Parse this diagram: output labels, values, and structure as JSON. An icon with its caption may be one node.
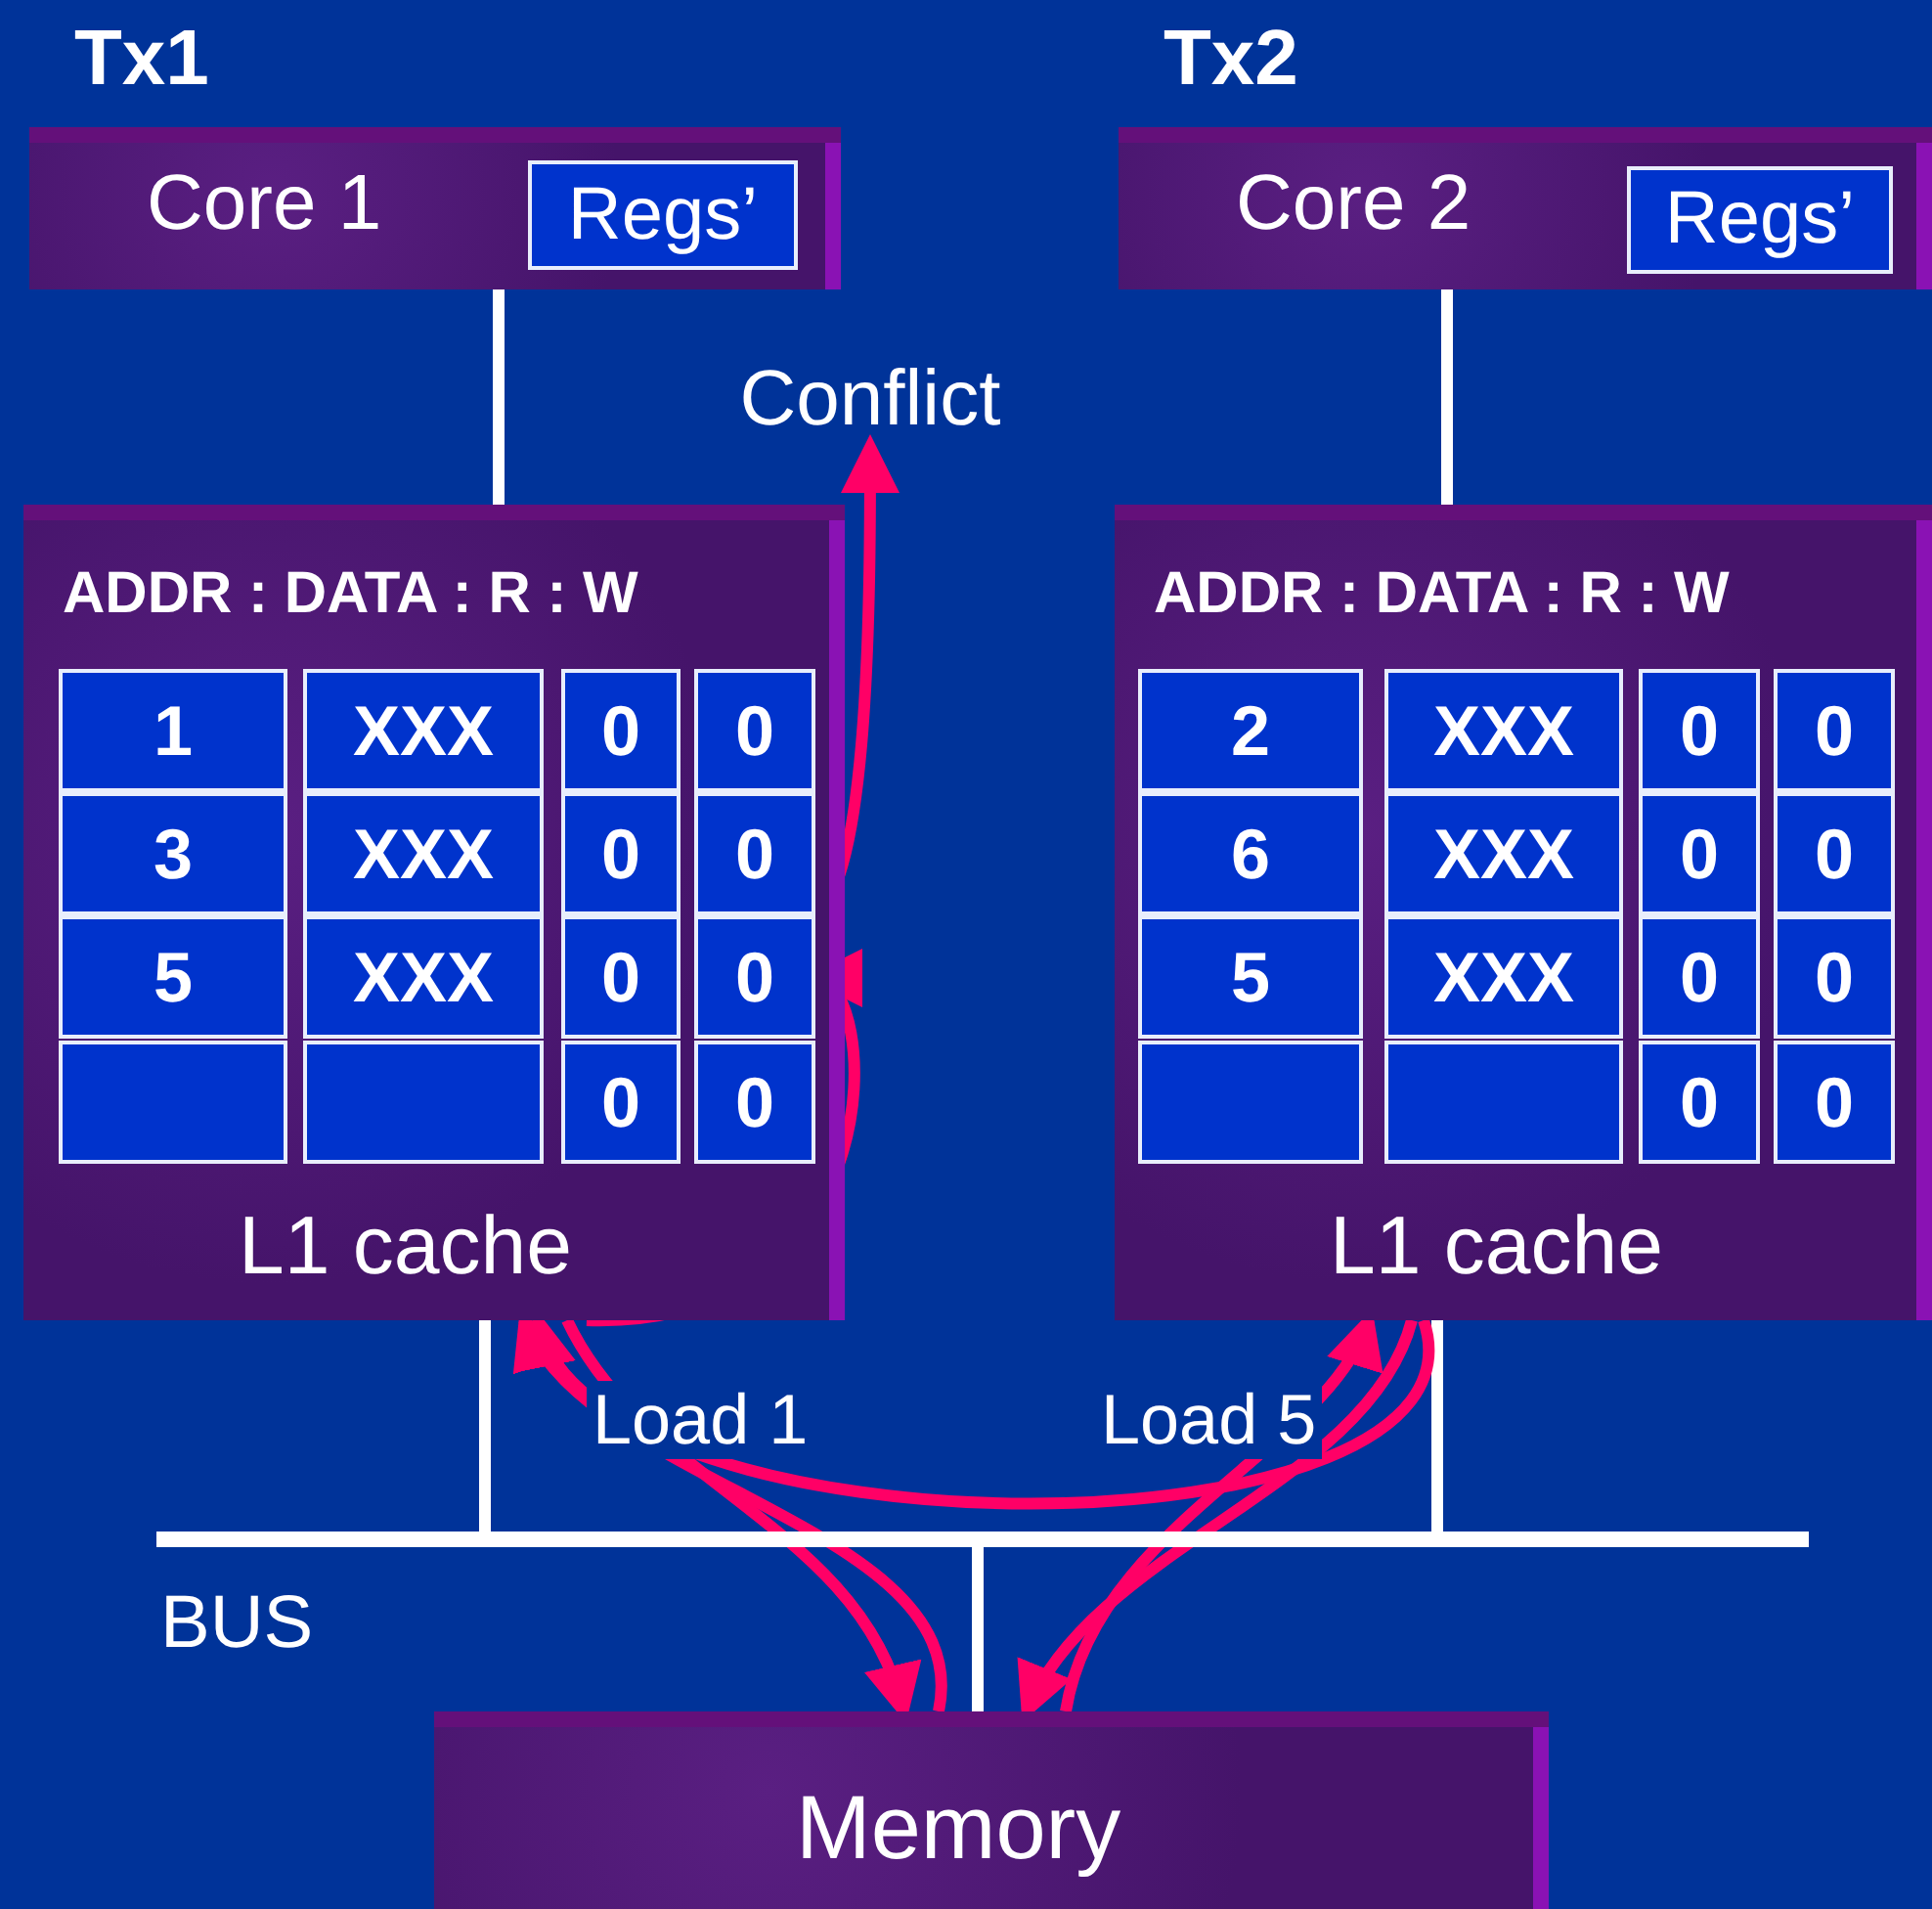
{
  "diagram": {
    "nodes": [
      {
        "text": [
          "Tx1",
          "Core 1"
        ]
      },
      {
        "text": [
          "Regs’"
        ],
        "in": 0
      },
      {
        "text": [
          "Tx2",
          "Core 2"
        ]
      },
      {
        "text": [
          "Regs’"
        ],
        "in": 2
      },
      {
        "text": [
          "Conflict"
        ]
      },
      {
        "text": [
          "ADDR : DATA : R : W",
          "L1 cache"
        ]
      },
      {
        "text": [
          "1"
        ],
        "in": 5
      },
      {
        "text": [
          "XXX"
        ],
        "in": 5
      },
      {
        "text": [
          "0"
        ],
        "in": 5
      },
      {
        "text": [
          "0"
        ],
        "in": 5
      },
      {
        "text": [
          "3"
        ],
        "in": 5
      },
      {
        "text": [
          "XXX"
        ],
        "in": 5
      },
      {
        "text": [
          "0"
        ],
        "in": 5
      },
      {
        "text": [
          "0"
        ],
        "in": 5
      },
      {
        "text": [
          "5"
        ],
        "in": 5
      },
      {
        "text": [
          "XXX"
        ],
        "in": 5
      },
      {
        "text": [
          "0"
        ],
        "in": 5
      },
      {
        "text": [
          "0"
        ],
        "in": 5
      },
      {
        "text": [],
        "shape": "box",
        "in": 5
      },
      {
        "text": [],
        "shape": "box",
        "in": 5
      },
      {
        "text": [
          "0"
        ],
        "in": 5
      },
      {
        "text": [
          "0"
        ],
        "in": 5
      },
      {
        "text": [
          "ADDR : DATA : R : W",
          "L1 cache"
        ]
      },
      {
        "text": [
          "2"
        ],
        "in": 22
      },
      {
        "text": [
          "XXX"
        ],
        "in": 22
      },
      {
        "text": [
          "0"
        ],
        "in": 22
      },
      {
        "text": [
          "0"
        ],
        "in": 22
      },
      {
        "text": [
          "6"
        ],
        "in": 22
      },
      {
        "text": [
          "XXX"
        ],
        "in": 22
      },
      {
        "text": [
          "0"
        ],
        "in": 22
      },
      {
        "text": [
          "0"
        ],
        "in": 22
      },
      {
        "text": [
          "5"
        ],
        "in": 22
      },
      {
        "text": [
          "XXX"
        ],
        "in": 22
      },
      {
        "text": [
          "0"
        ],
        "in": 22
      },
      {
        "text": [
          "0"
        ],
        "in": 22
      },
      {
        "text": [],
        "shape": "box",
        "in": 22
      },
      {
        "text": [],
        "shape": "box",
        "in": 22
      },
      {
        "text": [
          "0"
        ],
        "in": 22
      },
      {
        "text": [
          "0"
        ],
        "in": 22
      },
      {
        "text": [],
        "shape": "bar",
        "beside": [
          "BUS"
        ]
      },
      {
        "text": [
          "Memory"
        ]
      }
    ],
    "edges": [
      {
        "from": 0,
        "to": 5,
        "arrow": "none",
        "color": "#ffffff"
      },
      {
        "from": 2,
        "to": 22,
        "arrow": "none",
        "color": "#ffffff"
      },
      {
        "from": 5,
        "to": 39,
        "arrow": "none",
        "color": "#ffffff"
      },
      {
        "from": 22,
        "to": 39,
        "arrow": "none",
        "color": "#ffffff"
      },
      {
        "from": 39,
        "to": 40,
        "arrow": "none",
        "color": "#ffffff"
      },
      {
        "from": 5,
        "to": 40,
        "arrow": "to",
        "label": "Load 1"
      },
      {
        "from": 40,
        "to": 5,
        "arrow": "to"
      },
      {
        "from": 22,
        "to": 40,
        "arrow": "to",
        "label": "Load 5"
      },
      {
        "from": 40,
        "to": 22,
        "arrow": "to"
      },
      {
        "from": 22,
        "to": 5,
        "arrow": "to"
      },
      {
        "from": 5,
        "to": 17,
        "arrow": "to"
      },
      {
        "from": 17,
        "to": 4,
        "arrow": "to"
      }
    ]
  }
}
